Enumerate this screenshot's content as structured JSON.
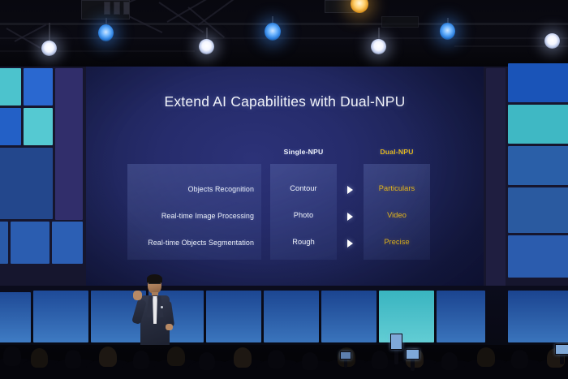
{
  "scene": {
    "venue": "conference-keynote-stage",
    "description": "Presenter on stage in front of a large projection screen"
  },
  "slide": {
    "title": "Extend AI Capabilities with Dual-NPU",
    "columns": {
      "feature_header": "",
      "single_npu": "Single-NPU",
      "dual_npu": "Dual-NPU"
    },
    "colors": {
      "title_text": "#f0f2f8",
      "single_npu_text": "#eef1f8",
      "dual_npu_accent": "#e3b71d",
      "card_fill": "#6f84c4",
      "screen_bg": "#262c6c"
    },
    "rows": [
      {
        "feature": "Objects Recognition",
        "single": "Contour",
        "arrow": "play-triangle",
        "dual": "Particulars"
      },
      {
        "feature": "Real-time Image Processing",
        "single": "Photo",
        "arrow": "play-triangle",
        "dual": "Video"
      },
      {
        "feature": "Real-time Objects Segmentation",
        "single": "Rough",
        "arrow": "play-triangle",
        "dual": "Precise"
      }
    ]
  },
  "stage": {
    "presenter": {
      "label": "keynote-presenter",
      "attire": "dark-suit-white-shirt",
      "pose": "right-hand-raised"
    },
    "wall_color": "#16162e",
    "mosaic_colors": {
      "teal": "#3fb8c4",
      "teal_light": "#55c9d2",
      "royal_blue": "#1a54b8",
      "bright_blue": "#2d6fd8",
      "mid_blue": "#2a5a9e",
      "steel_blue": "#2e5d95",
      "deep_blue": "#1e3f7a",
      "dark_navy": "#1c1b3a"
    }
  },
  "lighting": {
    "white_spots": 4,
    "blue_leds": 3,
    "amber_spot": 1
  },
  "audience": {
    "label": "audience-silhouettes",
    "phones_raised": 4
  }
}
